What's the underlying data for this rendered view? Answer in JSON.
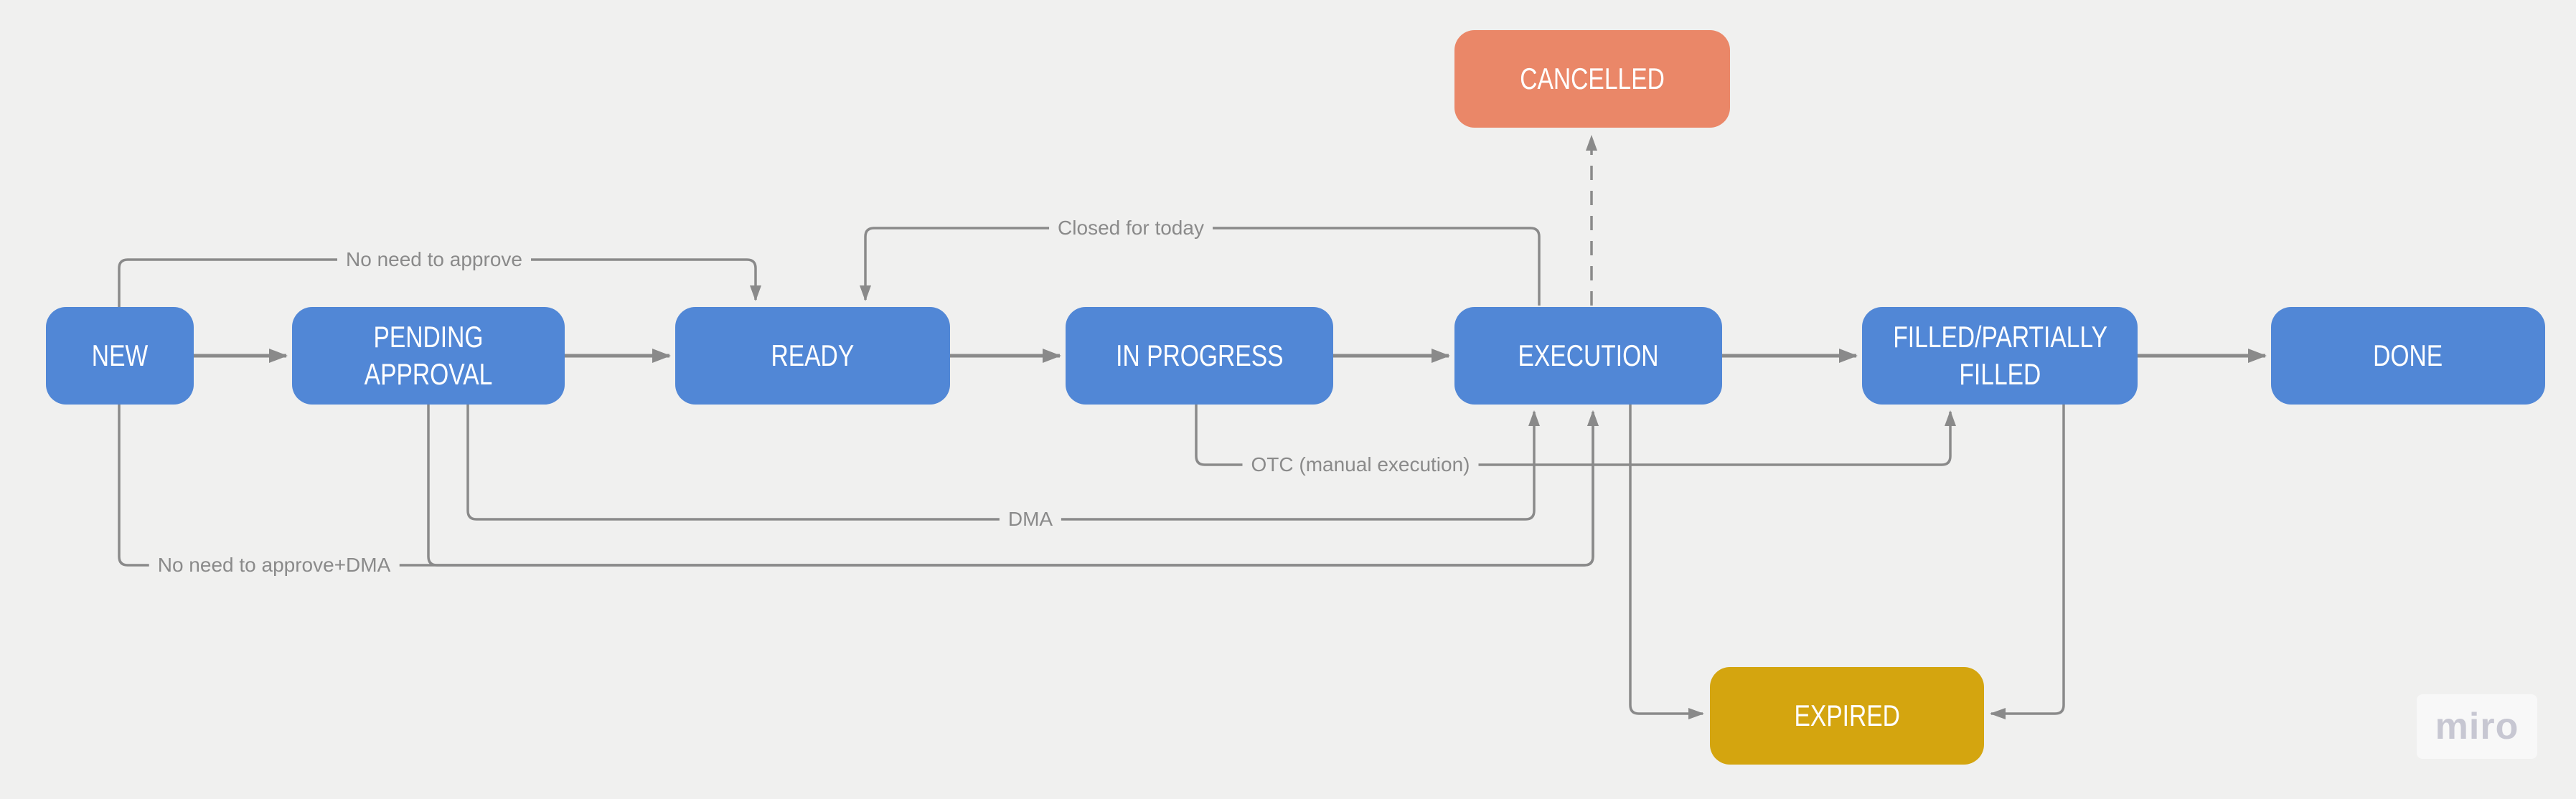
{
  "canvas": {
    "background_color": "#f0f0ef",
    "watermark": "miro"
  },
  "colors": {
    "node_blue": "#5187d6",
    "node_red": "#ea8768",
    "node_yellow": "#d4a50f",
    "node_text": "#ffffff",
    "connector": "#8a8a8a",
    "edge_label_text": "#8a8a8a",
    "watermark_text": "#c7c7d2"
  },
  "nodes": [
    {
      "id": "new",
      "label": "NEW",
      "color": "#5187d6"
    },
    {
      "id": "pending-approval",
      "label": "PENDING APPROVAL",
      "color": "#5187d6"
    },
    {
      "id": "ready",
      "label": "READY",
      "color": "#5187d6"
    },
    {
      "id": "in-progress",
      "label": "IN PROGRESS",
      "color": "#5187d6"
    },
    {
      "id": "execution",
      "label": "EXECUTION",
      "color": "#5187d6"
    },
    {
      "id": "filled-partially-filled",
      "label": "FILLED/PARTIALLY FILLED",
      "color": "#5187d6"
    },
    {
      "id": "done",
      "label": "DONE",
      "color": "#5187d6"
    },
    {
      "id": "cancelled",
      "label": "CANCELLED",
      "color": "#ea8768"
    },
    {
      "id": "expired",
      "label": "EXPIRED",
      "color": "#d4a50f"
    }
  ],
  "edges": [
    {
      "from": "new",
      "to": "pending-approval",
      "label": "",
      "style": "solid"
    },
    {
      "from": "pending-approval",
      "to": "ready",
      "label": "",
      "style": "solid"
    },
    {
      "from": "ready",
      "to": "in-progress",
      "label": "",
      "style": "solid"
    },
    {
      "from": "in-progress",
      "to": "execution",
      "label": "",
      "style": "solid"
    },
    {
      "from": "execution",
      "to": "filled-partially-filled",
      "label": "",
      "style": "solid"
    },
    {
      "from": "filled-partially-filled",
      "to": "done",
      "label": "",
      "style": "solid"
    },
    {
      "from": "new",
      "to": "ready",
      "label": "No need to approve",
      "style": "solid"
    },
    {
      "from": "execution",
      "to": "ready",
      "label": "Closed for today",
      "style": "solid"
    },
    {
      "from": "execution",
      "to": "cancelled",
      "label": "",
      "style": "dashed"
    },
    {
      "from": "in-progress",
      "to": "filled-partially-filled",
      "label": "OTC (manual execution)",
      "style": "solid"
    },
    {
      "from": "pending-approval",
      "to": "execution",
      "label": "DMA",
      "style": "solid"
    },
    {
      "from": "new",
      "to": "execution",
      "label": "No need to approve+DMA",
      "style": "solid"
    },
    {
      "from": "pending-approval",
      "to": "execution",
      "label": "",
      "style": "solid"
    },
    {
      "from": "execution",
      "to": "expired",
      "label": "",
      "style": "solid"
    },
    {
      "from": "filled-partially-filled",
      "to": "expired",
      "label": "",
      "style": "solid"
    }
  ]
}
